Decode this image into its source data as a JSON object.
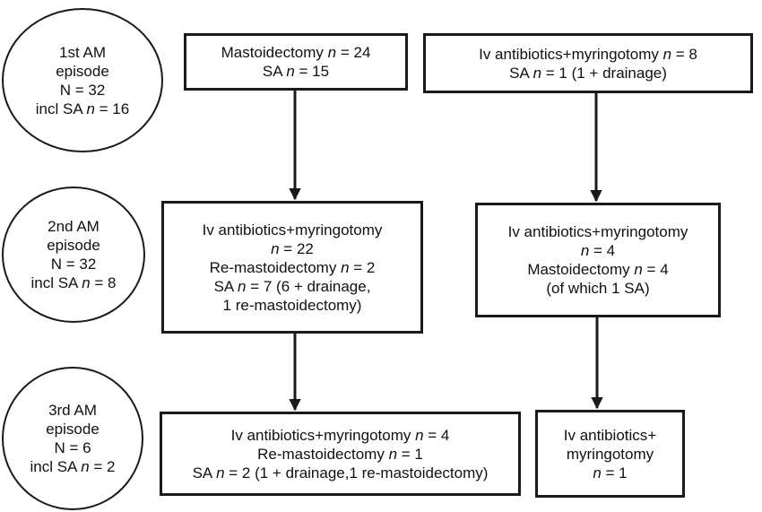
{
  "episodes": [
    {
      "title": "1st AM",
      "subtitle": "episode",
      "n": "N = 32",
      "sa_prefix": "incl SA ",
      "sa_var": "n",
      "sa_value": " = 16"
    },
    {
      "title": "2nd AM",
      "subtitle": "episode",
      "n": "N = 32",
      "sa_prefix": "incl SA ",
      "sa_var": "n",
      "sa_value": " = 8"
    },
    {
      "title": "3rd AM",
      "subtitle": "episode",
      "n": "N = 6",
      "sa_prefix": "incl SA ",
      "sa_var": "n",
      "sa_value": " = 2"
    }
  ],
  "boxes": {
    "b1": {
      "l1_pre": "Mastoidectomy ",
      "l1_var": "n",
      "l1_post": " = 24",
      "l2_pre": "SA  ",
      "l2_var": "n",
      "l2_post": " = 15"
    },
    "b2": {
      "l1_pre": "Iv antibiotics+myringotomy ",
      "l1_var": "n",
      "l1_post": " = 8",
      "l2_pre": "SA ",
      "l2_var": "n",
      "l2_post": " = 1 (1 + drainage)"
    },
    "b3": {
      "l1": "Iv antibiotics+myringotomy",
      "l2_var": "n",
      "l2_post": " = 22",
      "l3_pre": "Re-mastoidectomy ",
      "l3_var": "n",
      "l3_post": " = 2",
      "l4_pre": "SA ",
      "l4_var": "n",
      "l4_post": " = 7 (6 + drainage,",
      "l5": "1 re-mastoidectomy)"
    },
    "b4": {
      "l1": "Iv antibiotics+myringotomy",
      "l2_var": "n",
      "l2_post": " = 4",
      "l3_pre": "Mastoidectomy  ",
      "l3_var": "n",
      "l3_post": " = 4",
      "l4": "(of which 1 SA)"
    },
    "b5": {
      "l1_pre": "Iv antibiotics+myringotomy  ",
      "l1_var": "n",
      "l1_post": " = 4",
      "l2_pre": "Re-mastoidectomy   ",
      "l2_var": "n",
      "l2_post": " = 1",
      "l3_pre": "SA ",
      "l3_var": "n",
      "l3_post": " = 2 (1 + drainage,1 re-mastoidectomy)"
    },
    "b6": {
      "l1": "Iv antibiotics+",
      "l2": "myringotomy",
      "l3_var": "n",
      "l3_post": " = 1"
    }
  },
  "colors": {
    "stroke": "#1a1a1a",
    "background": "#ffffff"
  }
}
